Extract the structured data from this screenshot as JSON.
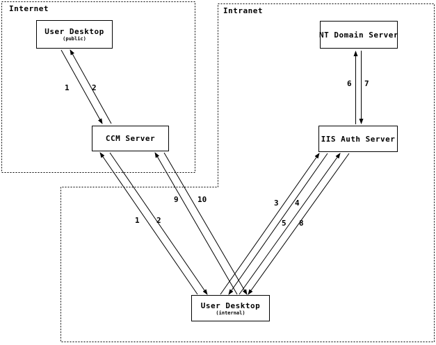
{
  "zones": {
    "internet": {
      "label": "Internet"
    },
    "intranet": {
      "label": "Intranet"
    }
  },
  "nodes": {
    "user_desktop_public": {
      "title": "User Desktop",
      "subtitle": "(public)"
    },
    "ccm_server": {
      "title": "CCM Server"
    },
    "nt_domain_server": {
      "title": "NT Domain Server"
    },
    "iis_auth_server": {
      "title": "IIS Auth Server"
    },
    "user_desktop_internal": {
      "title": "User Desktop",
      "subtitle": "(internal)"
    }
  },
  "flows": {
    "public_desktop_to_ccm": {
      "label": "1"
    },
    "ccm_to_public_desktop": {
      "label": "2"
    },
    "internal_desktop_to_ccm": {
      "label": "1"
    },
    "ccm_to_internal_desktop": {
      "label": "2"
    },
    "internal_desktop_to_iis_first": {
      "label": "3"
    },
    "iis_to_internal_desktop_first": {
      "label": "4"
    },
    "internal_desktop_to_iis_second": {
      "label": "5"
    },
    "iis_to_nt_domain": {
      "label": "6"
    },
    "nt_domain_to_iis": {
      "label": "7"
    },
    "iis_to_internal_desktop_second": {
      "label": "8"
    },
    "internal_desktop_to_ccm_second": {
      "label": "9"
    },
    "ccm_to_internal_desktop_second": {
      "label": "10"
    }
  },
  "colors": {
    "line": "#000000",
    "background": "#ffffff",
    "text": "#000000",
    "box_fill": "#ffffff"
  }
}
